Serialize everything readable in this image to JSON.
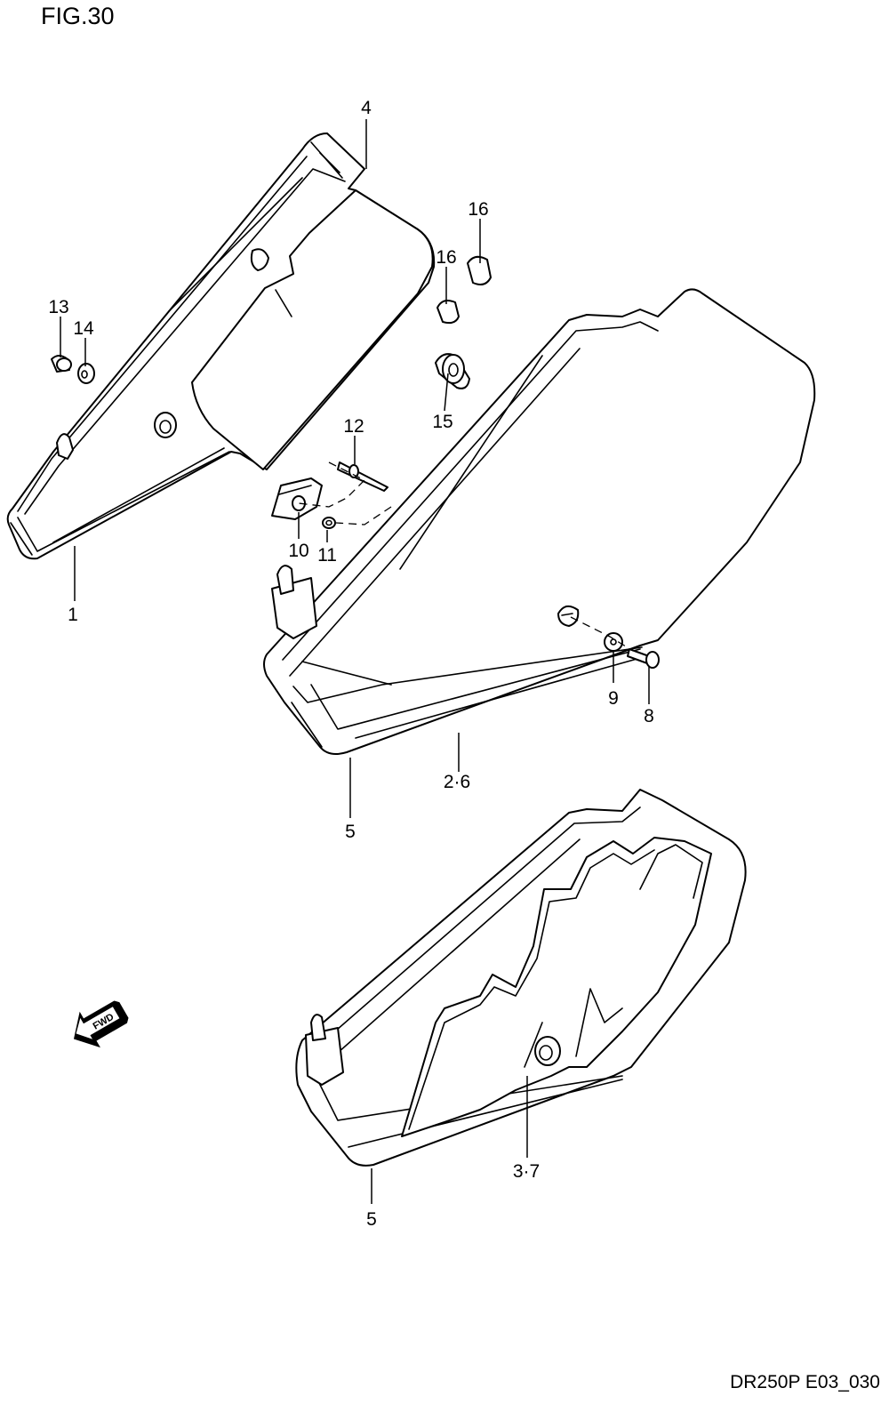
{
  "figure_title": "FIG.30",
  "drawing_code": "DR250P E03_030",
  "fwd_badge": "FWD",
  "callouts": {
    "c1": "1",
    "c2_6": "2·6",
    "c3_7": "3·7",
    "c4": "4",
    "c5_upper": "5",
    "c5_lower": "5",
    "c8": "8",
    "c9": "9",
    "c10": "10",
    "c11": "11",
    "c12": "12",
    "c13": "13",
    "c14": "14",
    "c15": "15",
    "c16_upper": "16",
    "c16_lower": "16"
  }
}
